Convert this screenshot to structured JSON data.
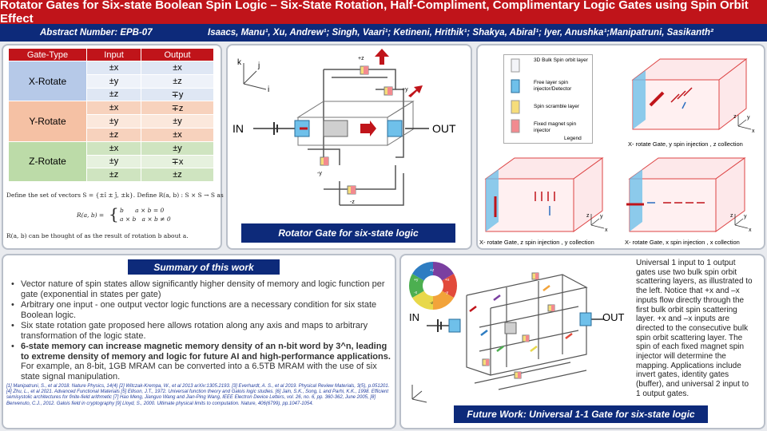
{
  "title": "Rotator Gates for Six-state Boolean Spin Logic – Six-State Rotation, Half-Compliment,  Complimentary  Logic Gates using Spin Orbit Effect",
  "abstract_number": "Abstract Number: EPB-07",
  "authors": "Isaacs, Manu¹, Xu, Andrew¹; Singh, Vaari¹; Ketineni, Hrithik¹; Shakya, Abiral¹; Iyer, Anushka¹;Manipatruni, Sasikanth²",
  "gate_table": {
    "headers": [
      "Gate-Type",
      "Input",
      "Output"
    ],
    "groups": [
      {
        "name": "X-Rotate",
        "rows": [
          [
            "±x",
            "±x"
          ],
          [
            "±y",
            "±z"
          ],
          [
            "±z",
            "∓y"
          ]
        ]
      },
      {
        "name": "Y-Rotate",
        "rows": [
          [
            "±x",
            "∓z"
          ],
          [
            "±y",
            "±y"
          ],
          [
            "±z",
            "±x"
          ]
        ]
      },
      {
        "name": "Z-Rotate",
        "rows": [
          [
            "±x",
            "±y"
          ],
          [
            "±y",
            "∓x"
          ],
          [
            "±z",
            "±z"
          ]
        ]
      }
    ]
  },
  "math": {
    "line1": "Define the set of vectors S = {±î ± ĵ, ±k}. Define R(a, b) : S × S → S as",
    "eq_lhs": "R(a, b) =",
    "eq_case1": "b      a × b = 0",
    "eq_case2": "a × b   a × b ≠ 0",
    "line2": "R(a, b) can be thought of as the result of rotation b about a."
  },
  "rotator": {
    "caption": "Rotator Gate for six-state logic",
    "in_label": "IN",
    "out_label": "OUT",
    "axis_k": "k",
    "axis_j": "j",
    "axis_i": "i",
    "plus_z": "+z",
    "plus_y": "+y",
    "minus_y": "-y",
    "minus_z": "-z"
  },
  "legend": {
    "items": [
      "3D Bulk Spin orbit layer",
      "Free layer spin injector/Detector",
      "Spin scramble layer",
      "Fixed magnet spin injector"
    ],
    "title": "Legend",
    "colors": {
      "bulk": "#f3f4f8",
      "free": "#6fc0ea",
      "scramble": "#f6dd7a",
      "fixed": "#f28a8f"
    }
  },
  "collections": [
    {
      "caption": "X- rotate Gate, y spin injection , z collection",
      "axis_a": "z",
      "axis_b": "y",
      "axis_c": "x"
    },
    {
      "caption": "X- rotate Gate, z spin injection , y collection",
      "axis_a": "z",
      "axis_b": "y",
      "axis_c": "x"
    },
    {
      "caption": "X- rotate Gate, x spin injection , x collection",
      "axis_a": "z",
      "axis_b": "y",
      "axis_c": "x"
    }
  ],
  "summary": {
    "title": "Summary of this work",
    "bullets": [
      "Vector nature of spin states allow significantly higher density of memory and logic function per gate (exponential in states per gate)",
      "Arbitrary one input - one output vector logic functions are a necessary condition for six state Boolean logic.",
      "Six state rotation gate proposed here allows rotation along any axis and maps to arbitrary transformation of the logic state."
    ],
    "bold_bullet": "6-state memory can increase magnetic memory density of an n-bit word by 3^n, leading to extreme density of memory and logic for future AI and high-performance applications.",
    "bold_tail": " For example, an 8-bit, 1GB MRAM can be converted into a 6.5TB MRAM with the use of six state signal manipulation."
  },
  "references": "[1] Manipatruni, S., et al 2018. Nature Physics, 14(4) [2] Witczak-Krempa, W., et al 2013 arXiv:1305.2193. [3] Everhardt, A. S., et al 2019. Physical Review Materials, 3(5), p.051201. [4] Zhu, L., et al 2021. Advanced Functional Materials [5] Ellison, J.T., 1972. Universal function theory and Galois logic studies. [6] Jain, S.K., Song, L and Parhi, K.K., 1998. Efficient semisystolic architectures for finite-field arithmetic [7] Hao Meng, Jianguo Wang and Jian-Ping Wang, IEEE Electron Device Letters, vol. 26, no. 6, pp. 360-362, June 2005, [8] Benvenuto, C.J., 2012. Galois field in cryptography [9] Lloyd, S., 2000. Ultimate physical limits to computation. Nature, 406(6799), pp.1047-1054.",
  "future": {
    "caption": "Future Work: Universal 1-1 Gate for six-state logic",
    "in_label": "IN",
    "out_label": "OUT",
    "wheel": [
      "+z",
      "+x",
      "-y",
      "-z",
      "-x",
      "+y"
    ],
    "text": "Universal 1 input to 1 output gates use two bulk spin orbit scattering layers, as illustrated to the left. Notice that +x and –x inputs flow directly through the first bulk orbit spin scattering layer. +x and –x inputs are directed to the consecutive bulk spin orbit scattering layer. The spin of each fixed magnet spin injector will determine the mapping. Applications include invert gates, identity gates (buffer), and universal 2 input to 1 output gates."
  }
}
